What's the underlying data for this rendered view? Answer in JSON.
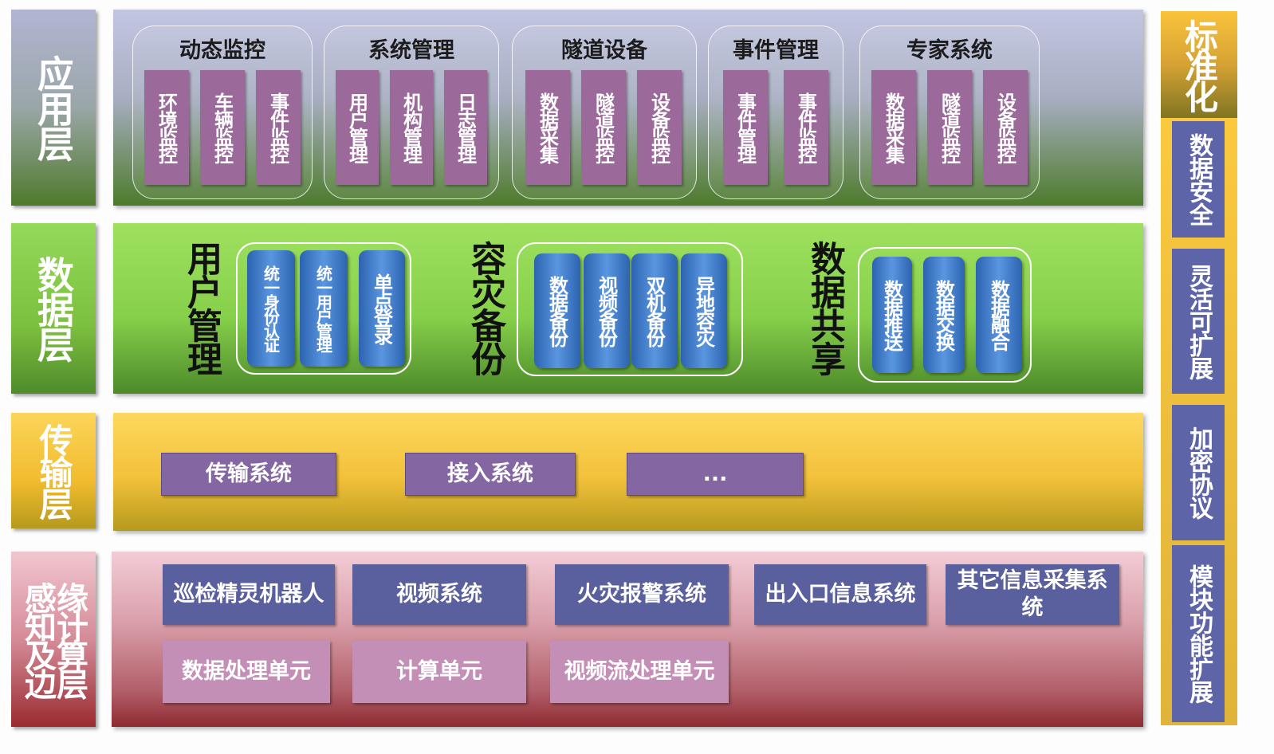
{
  "layers": {
    "app": "应用层",
    "data": "数据层",
    "trans": "传输层",
    "edge_col1": "感知及边",
    "edge_col2": "缘计算层"
  },
  "app_groups": [
    {
      "title": "动态监控",
      "items": [
        "环境监控",
        "车辆监控",
        "事件监控"
      ]
    },
    {
      "title": "系统管理",
      "items": [
        "用户管理",
        "机构管理",
        "日志管理"
      ]
    },
    {
      "title": "隧道设备",
      "items": [
        "数据采集",
        "隧道监控",
        "设备监控"
      ]
    },
    {
      "title": "事件管理",
      "items": [
        "事件管理",
        "事件监控"
      ]
    },
    {
      "title": "专家系统",
      "items": [
        "数据采集",
        "隧道监控",
        "设备监控"
      ]
    }
  ],
  "data_groups": [
    {
      "title": "用户管理",
      "items": [
        "统一身份认证",
        "统一用户管理",
        "单点登录"
      ]
    },
    {
      "title": "容灾备份",
      "items": [
        "数据备份",
        "视频备份",
        "双机备份",
        "异地容灾"
      ]
    },
    {
      "title": "数据共享",
      "items": [
        "数据推送",
        "数据交换",
        "数据融合"
      ]
    }
  ],
  "transport": [
    "传输系统",
    "接入系统",
    "..."
  ],
  "edge_row1": [
    "巡检精灵机器人",
    "视频系统",
    "火灾报警系统",
    "出入口信息系统",
    "其它信息采集系统"
  ],
  "edge_row2": [
    "数据处理单元",
    "计算单元",
    "视频流处理单元"
  ],
  "right": {
    "top": "标准化",
    "items": [
      "数据安全",
      "灵活可扩展",
      "加密协议",
      "模块功能扩展"
    ]
  }
}
